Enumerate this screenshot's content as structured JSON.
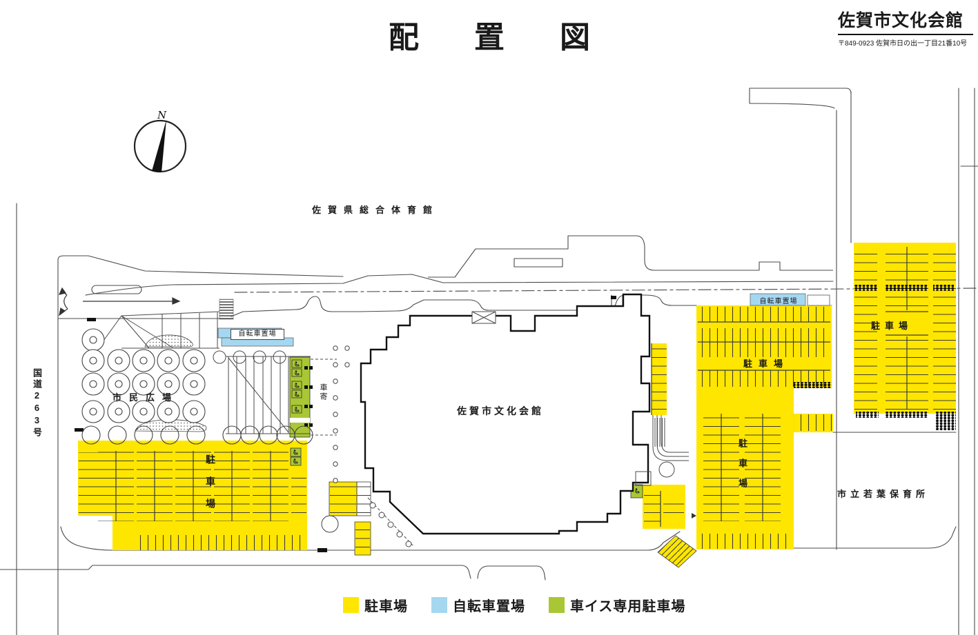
{
  "header": {
    "title": "配置図",
    "org_name": "佐賀市文化会館",
    "org_address": "〒849-0923  佐賀市日の出一丁目21番10号"
  },
  "compass": {
    "north_label": "N"
  },
  "labels": {
    "gymnasium": "佐賀県総合体育館",
    "main_building": "佐賀市文化会館",
    "civic_plaza": "市民広場",
    "national_route": "国道263号",
    "car_porch": "車寄",
    "bicycle_parking_west": "自転車置場",
    "bicycle_parking_north": "自転車置場",
    "parking_southwest": "駐車場",
    "parking_east_upper": "駐車場",
    "parking_east_lower": "駐車場",
    "parking_far_east": "駐車場",
    "nursery": "市立若葉保育所"
  },
  "legend": {
    "items": [
      {
        "label": "駐車場",
        "color": "#FFE600"
      },
      {
        "label": "自転車置場",
        "color": "#A6D7F0"
      },
      {
        "label": "車イス専用駐車場",
        "color": "#A9C734"
      }
    ]
  }
}
